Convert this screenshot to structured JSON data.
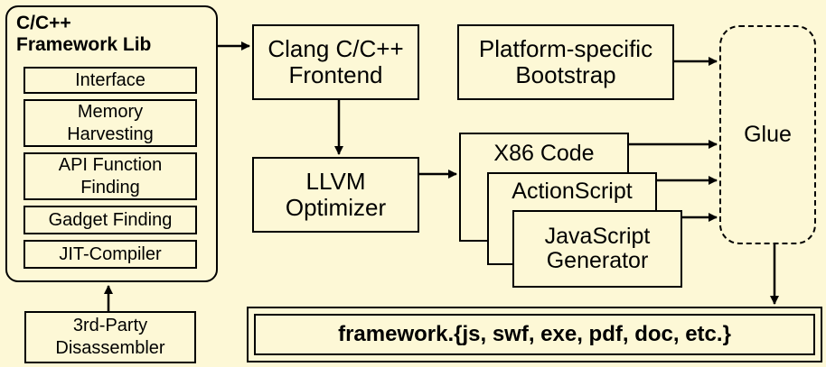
{
  "framework_lib": {
    "title": "C/C++\nFramework Lib",
    "items": [
      "Interface",
      "Memory\nHarvesting",
      "API Function\nFinding",
      "Gadget Finding",
      "JIT-Compiler"
    ]
  },
  "disassembler": "3rd-Party\nDisassembler",
  "clang": "Clang C/C++\nFrontend",
  "bootstrap": "Platform-specific\nBootstrap",
  "llvm": "LLVM\nOptimizer",
  "generators": [
    "X86 Code",
    "ActionScript",
    "JavaScript\nGenerator"
  ],
  "glue": "Glue",
  "output": "framework.{js, swf, exe, pdf, doc, etc.}"
}
